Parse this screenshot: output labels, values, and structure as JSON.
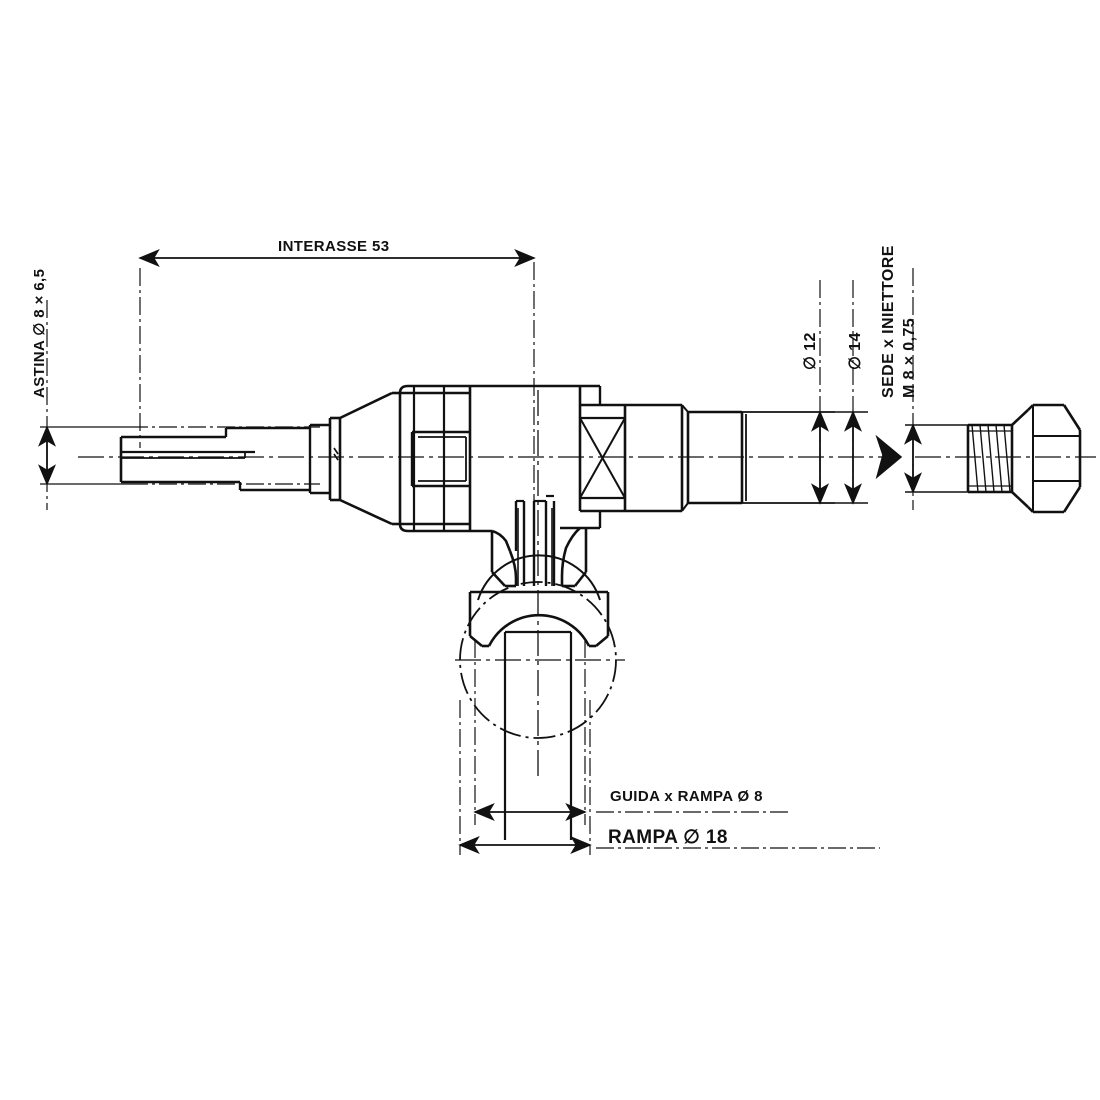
{
  "drawing": {
    "title_visible": false,
    "background_color": "#ffffff",
    "line_color": "#111111",
    "type": "engineering-cross-section",
    "subject": "fuel valve / injector body with needle (astina), guide rail (rampa) and injector seat"
  },
  "dimensions": {
    "interasse": {
      "label": "INTERASSE 53",
      "value": 53,
      "orientation": "horizontal",
      "position": "top"
    },
    "astina": {
      "label": "ASTINA ∅ 8 × 6,5",
      "diameter": 8,
      "length": 6.5,
      "orientation": "vertical",
      "position": "left"
    },
    "d12": {
      "label": "∅ 12",
      "value": 12,
      "orientation": "vertical",
      "position": "right"
    },
    "d14": {
      "label": "∅ 14",
      "value": 14,
      "orientation": "vertical",
      "position": "right"
    },
    "sede_iniettore": {
      "label_line1": "SEDE x INIETTORE",
      "label_line2": "M 8 × 0,75",
      "thread": "M 8 x 0,75",
      "orientation": "vertical",
      "position": "right"
    },
    "guida_rampa": {
      "label": "GUIDA x RAMPA Ø 8",
      "value": 8,
      "orientation": "horizontal",
      "position": "bottom"
    },
    "rampa": {
      "label": "RAMPA ∅ 18",
      "value": 18,
      "orientation": "horizontal",
      "position": "bottom"
    }
  },
  "labels_flat": [
    "INTERASSE 53",
    "ASTINA ∅ 8 × 6,5",
    "∅ 12",
    "∅ 14",
    "SEDE x INIETTORE",
    "M 8 × 0,75",
    "GUIDA x RAMPA Ø 8",
    "RAMPA ∅ 18"
  ]
}
